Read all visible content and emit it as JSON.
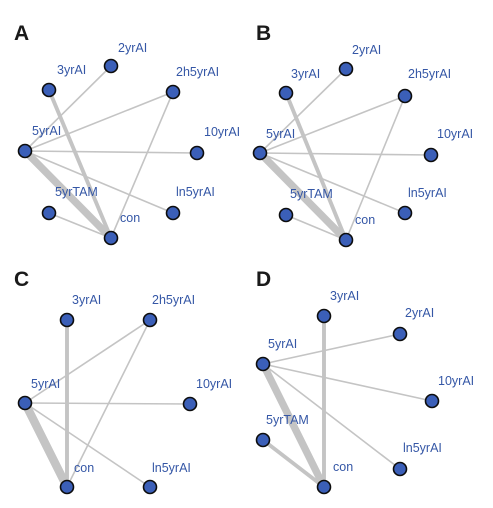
{
  "colors": {
    "node_fill": "#3b5fb8",
    "node_stroke": "#0d0d0d",
    "label": "#3557a6",
    "edge": "#c4c4c4"
  },
  "panels": [
    {
      "label": "A",
      "nodes": [
        "2yrAI",
        "2h5yrAI",
        "10yrAI",
        "ln5yrAI",
        "con",
        "5yrTAM",
        "5yrAI",
        "3yrAI"
      ],
      "edges": [
        [
          "3yrAI",
          "con",
          3
        ],
        [
          "5yrAI",
          "2yrAI",
          1
        ],
        [
          "5yrAI",
          "2h5yrAI",
          1
        ],
        [
          "5yrAI",
          "10yrAI",
          1
        ],
        [
          "5yrAI",
          "ln5yrAI",
          1
        ],
        [
          "5yrAI",
          "con",
          6
        ],
        [
          "5yrTAM",
          "con",
          1
        ],
        [
          "2h5yrAI",
          "con",
          1
        ]
      ]
    },
    {
      "label": "B",
      "nodes": [
        "2yrAI",
        "2h5yrAI",
        "10yrAI",
        "ln5yrAI",
        "con",
        "5yrTAM",
        "5yrAI",
        "3yrAI"
      ],
      "edges": [
        [
          "3yrAI",
          "con",
          3
        ],
        [
          "5yrAI",
          "2yrAI",
          1
        ],
        [
          "5yrAI",
          "2h5yrAI",
          1
        ],
        [
          "5yrAI",
          "10yrAI",
          1
        ],
        [
          "5yrAI",
          "ln5yrAI",
          1
        ],
        [
          "5yrAI",
          "con",
          6
        ],
        [
          "5yrTAM",
          "con",
          1
        ],
        [
          "2h5yrAI",
          "con",
          1
        ]
      ]
    },
    {
      "label": "C",
      "nodes": [
        "3yrAI",
        "2h5yrAI",
        "10yrAI",
        "ln5yrAI",
        "con",
        "5yrAI"
      ],
      "edges": [
        [
          "3yrAI",
          "con",
          3
        ],
        [
          "5yrAI",
          "2h5yrAI",
          1
        ],
        [
          "5yrAI",
          "10yrAI",
          1
        ],
        [
          "5yrAI",
          "ln5yrAI",
          1
        ],
        [
          "5yrAI",
          "con",
          7
        ],
        [
          "2h5yrAI",
          "con",
          1
        ]
      ]
    },
    {
      "label": "D",
      "nodes": [
        "3yrAI",
        "2yrAI",
        "10yrAI",
        "ln5yrAI",
        "con",
        "5yrTAM",
        "5yrAI"
      ],
      "edges": [
        [
          "3yrAI",
          "con",
          3
        ],
        [
          "5yrAI",
          "2yrAI",
          1
        ],
        [
          "5yrAI",
          "10yrAI",
          1
        ],
        [
          "5yrAI",
          "ln5yrAI",
          1
        ],
        [
          "5yrAI",
          "con",
          6
        ],
        [
          "5yrTAM",
          "con",
          3
        ]
      ]
    }
  ]
}
